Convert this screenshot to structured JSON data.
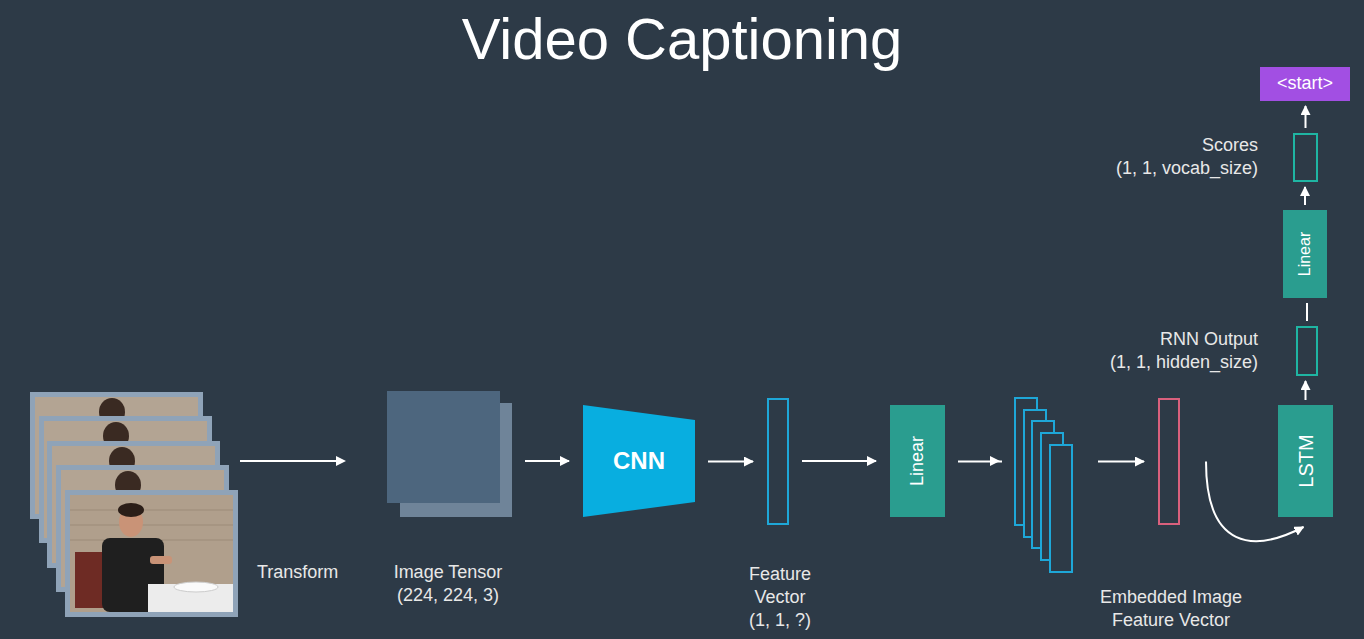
{
  "diagram": {
    "title": "Video Captioning",
    "nodes": [
      {
        "text": [
          "Image Tensor",
          "(224, 224, 3)"
        ]
      },
      {
        "text": [
          "CNN"
        ]
      },
      {
        "text": [
          "Feature Vector",
          "(1, 1, ?)"
        ]
      },
      {
        "text": [
          "Linear"
        ]
      },
      {
        "text": [
          "Embedded Image Feature Vector"
        ]
      },
      {
        "text": [
          "LSTM"
        ]
      },
      {
        "text": [
          "RNN Output",
          "(1, 1, hidden_size)"
        ]
      },
      {
        "text": [
          "Linear"
        ]
      },
      {
        "text": [
          "Scores",
          "(1, 1, vocab_size)"
        ]
      },
      {
        "text": [
          "<start>"
        ]
      }
    ],
    "edges": [
      {
        "from": 0,
        "to": 1,
        "arrow": "to"
      },
      {
        "from": 1,
        "to": 2,
        "arrow": "to"
      },
      {
        "from": 2,
        "to": 3,
        "arrow": "to"
      },
      {
        "from": 3,
        "to": 4,
        "arrow": "to"
      },
      {
        "from": 4,
        "to": 5,
        "arrow": "to"
      },
      {
        "from": 5,
        "to": 6,
        "arrow": "to"
      },
      {
        "from": 6,
        "to": 7,
        "arrow": "none"
      },
      {
        "from": 7,
        "to": 8,
        "arrow": "to"
      },
      {
        "from": 8,
        "to": 9,
        "arrow": "to"
      }
    ],
    "labels": [
      "Transform"
    ]
  }
}
